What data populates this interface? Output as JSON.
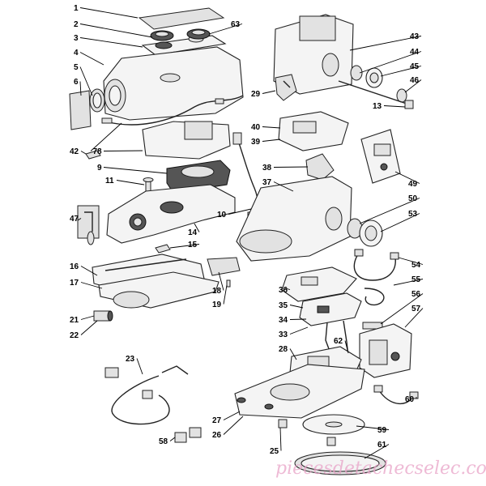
{
  "watermark": "piecesdetachecselec.com",
  "callouts": [
    {
      "id": "1",
      "text": "1"
    },
    {
      "id": "2",
      "text": "2"
    },
    {
      "id": "3",
      "text": "3"
    },
    {
      "id": "4",
      "text": "4"
    },
    {
      "id": "5",
      "text": "5"
    },
    {
      "id": "6",
      "text": "6"
    },
    {
      "id": "7",
      "text": "7"
    },
    {
      "id": "8",
      "text": "8"
    },
    {
      "id": "9",
      "text": "9"
    },
    {
      "id": "10",
      "text": "10"
    },
    {
      "id": "11",
      "text": "11"
    },
    {
      "id": "13",
      "text": "13"
    },
    {
      "id": "14",
      "text": "14"
    },
    {
      "id": "15",
      "text": "15"
    },
    {
      "id": "16",
      "text": "16"
    },
    {
      "id": "17",
      "text": "17"
    },
    {
      "id": "18",
      "text": "18"
    },
    {
      "id": "19",
      "text": "19"
    },
    {
      "id": "21",
      "text": "21"
    },
    {
      "id": "22",
      "text": "22"
    },
    {
      "id": "23",
      "text": "23"
    },
    {
      "id": "25",
      "text": "25"
    },
    {
      "id": "26",
      "text": "26"
    },
    {
      "id": "27",
      "text": "27"
    },
    {
      "id": "28",
      "text": "28"
    },
    {
      "id": "29",
      "text": "29"
    },
    {
      "id": "33",
      "text": "33"
    },
    {
      "id": "34",
      "text": "34"
    },
    {
      "id": "35",
      "text": "35"
    },
    {
      "id": "36",
      "text": "36"
    },
    {
      "id": "37",
      "text": "37"
    },
    {
      "id": "38",
      "text": "38"
    },
    {
      "id": "39",
      "text": "39"
    },
    {
      "id": "40",
      "text": "40"
    },
    {
      "id": "42",
      "text": "42"
    },
    {
      "id": "43",
      "text": "43"
    },
    {
      "id": "44",
      "text": "44"
    },
    {
      "id": "45",
      "text": "45"
    },
    {
      "id": "46",
      "text": "46"
    },
    {
      "id": "47",
      "text": "47"
    },
    {
      "id": "49",
      "text": "49"
    },
    {
      "id": "50",
      "text": "50"
    },
    {
      "id": "53",
      "text": "53"
    },
    {
      "id": "54",
      "text": "54"
    },
    {
      "id": "55",
      "text": "55"
    },
    {
      "id": "56",
      "text": "56"
    },
    {
      "id": "57",
      "text": "57"
    },
    {
      "id": "58",
      "text": "58"
    },
    {
      "id": "59",
      "text": "59"
    },
    {
      "id": "60",
      "text": "60"
    },
    {
      "id": "61",
      "text": "61"
    },
    {
      "id": "62",
      "text": "62"
    },
    {
      "id": "63",
      "text": "63"
    }
  ]
}
